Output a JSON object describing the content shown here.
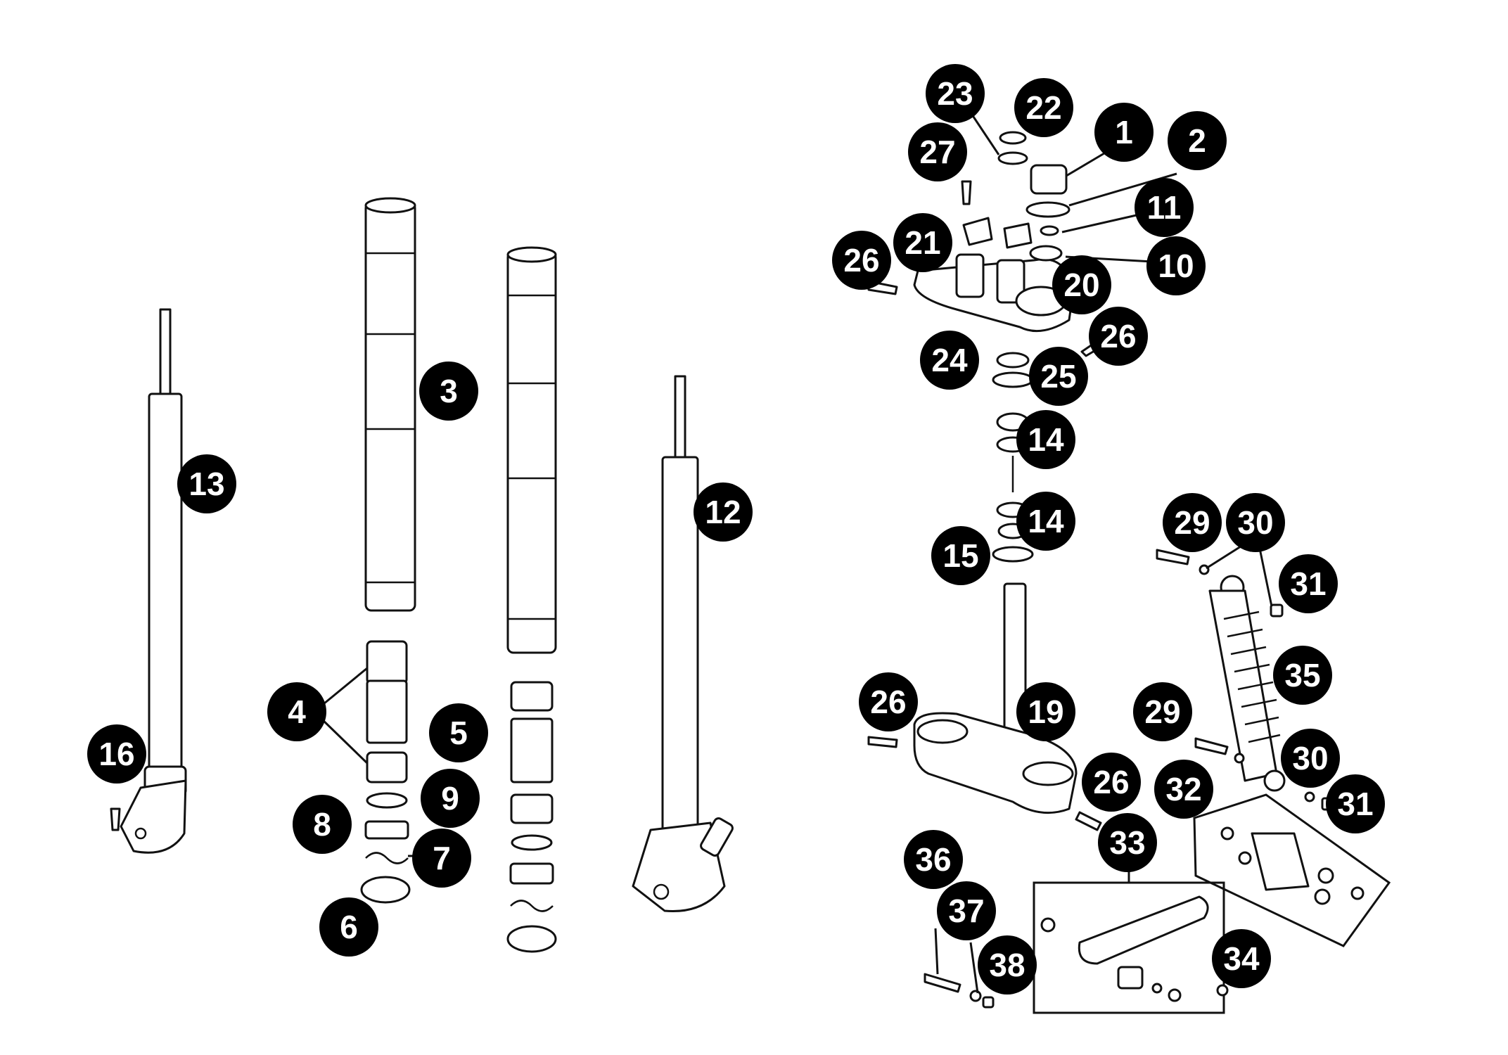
{
  "diagram": {
    "part_numbers": [
      "1",
      "2",
      "3",
      "4",
      "5",
      "6",
      "7",
      "8",
      "9",
      "10",
      "11",
      "12",
      "13",
      "14",
      "15",
      "16",
      "19",
      "20",
      "21",
      "22",
      "23",
      "24",
      "25",
      "26",
      "27",
      "29",
      "30",
      "31",
      "32",
      "33",
      "34",
      "35",
      "36",
      "37",
      "38"
    ]
  },
  "callouts": {
    "c1": "1",
    "c2": "2",
    "c3": "3",
    "c4": "4",
    "c5": "5",
    "c6": "6",
    "c7": "7",
    "c8": "8",
    "c9": "9",
    "c10": "10",
    "c11": "11",
    "c12": "12",
    "c13": "13",
    "c14a": "14",
    "c14b": "14",
    "c15": "15",
    "c16": "16",
    "c19": "19",
    "c20": "20",
    "c21": "21",
    "c22": "22",
    "c23": "23",
    "c24": "24",
    "c25": "25",
    "c26a": "26",
    "c26b": "26",
    "c26c": "26",
    "c26d": "26",
    "c27": "27",
    "c29a": "29",
    "c29b": "29",
    "c30a": "30",
    "c30b": "30",
    "c31a": "31",
    "c31b": "31",
    "c32": "32",
    "c33": "33",
    "c34": "34",
    "c35": "35",
    "c36": "36",
    "c37": "37",
    "c38": "38"
  }
}
